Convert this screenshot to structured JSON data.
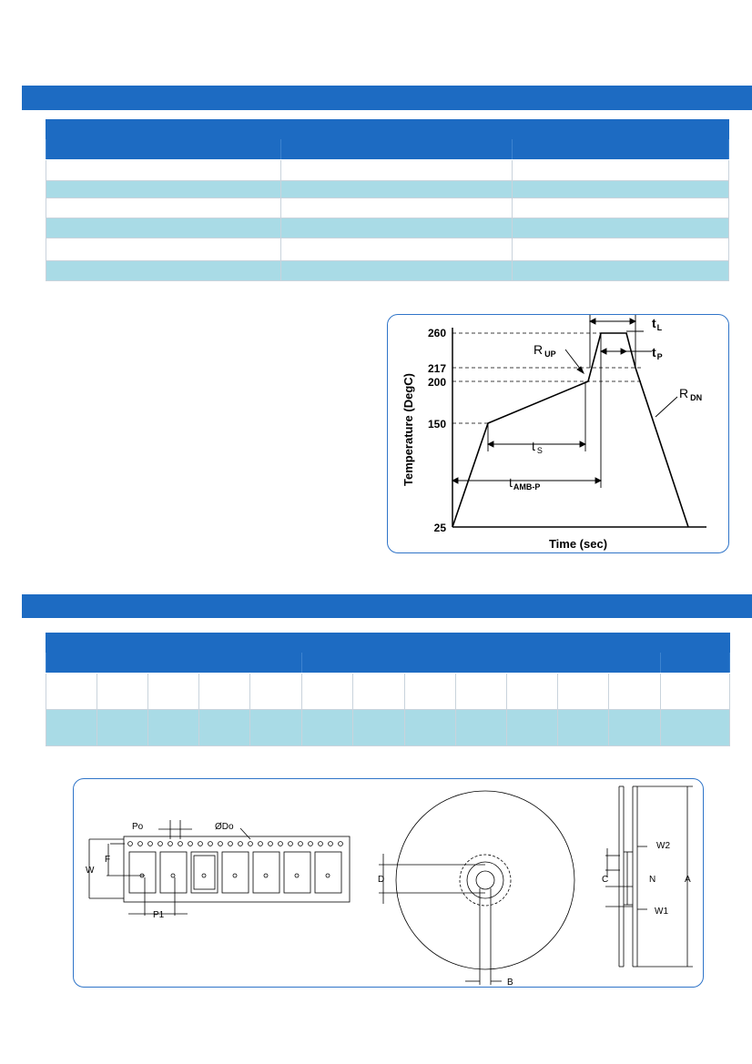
{
  "colors": {
    "banner": "#1d6bc2",
    "row_alt": "#a9dbe6",
    "panel_border": "#2f74c8"
  },
  "reflow_profile": {
    "y_ticks": [
      "260",
      "217",
      "200",
      "150",
      "25"
    ],
    "y_label": "Temperature (DegC)",
    "x_label": "Time (sec)",
    "labels": {
      "r_up": "R",
      "r_up_sub": "UP",
      "r_dn": "R",
      "r_dn_sub": "DN",
      "t_l": "t",
      "t_l_sub": "L",
      "t_p": "t",
      "t_p_sub": "P",
      "t_s": "t",
      "t_s_sub": "S",
      "t_amb": "t",
      "t_amb_sub": "AMB-P"
    }
  },
  "tape_reel": {
    "tape_labels": {
      "po": "Po",
      "do": "ØDo",
      "f": "F",
      "w": "W",
      "p1": "P1"
    },
    "reel_labels": {
      "d": "D",
      "b": "B"
    },
    "side_labels": {
      "w2": "W2",
      "c": "C",
      "n": "N",
      "a": "A",
      "w1": "W1"
    }
  }
}
